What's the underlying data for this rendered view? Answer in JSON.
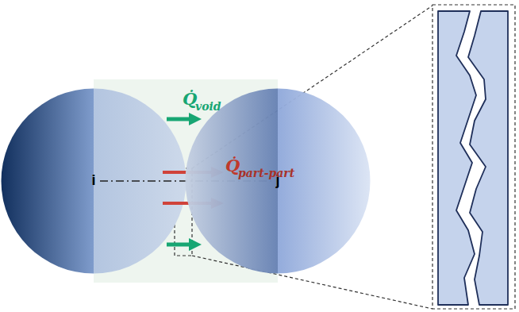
{
  "diagram": {
    "nodes": [
      {
        "text": [
          "i"
        ]
      },
      {
        "text": [
          "j"
        ]
      }
    ],
    "labels": [
      "Q̇",
      "void",
      "Q̇",
      "part-part"
    ]
  }
}
